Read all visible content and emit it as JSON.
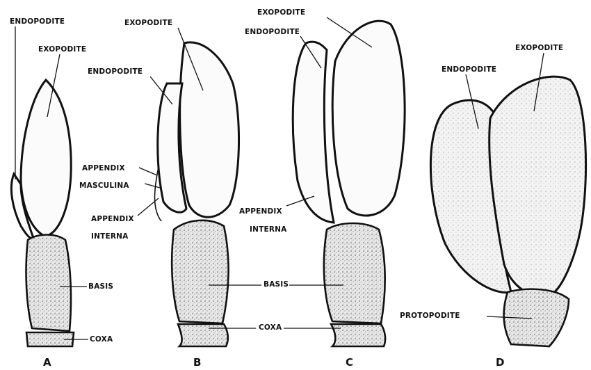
{
  "labels": {
    "endopodite": "ENDOPODITE",
    "exopodite": "EXOPODITE",
    "appendix_masculina_1": "APPENDIX",
    "appendix_masculina_2": "MASCULINA",
    "appendix_interna_1": "APPENDIX",
    "appendix_interna_2": "INTERNA",
    "basis": "BASIS",
    "coxa": "COXA",
    "protopodite": "PROTOPODITE"
  },
  "panels": [
    "A",
    "B",
    "C",
    "D"
  ]
}
